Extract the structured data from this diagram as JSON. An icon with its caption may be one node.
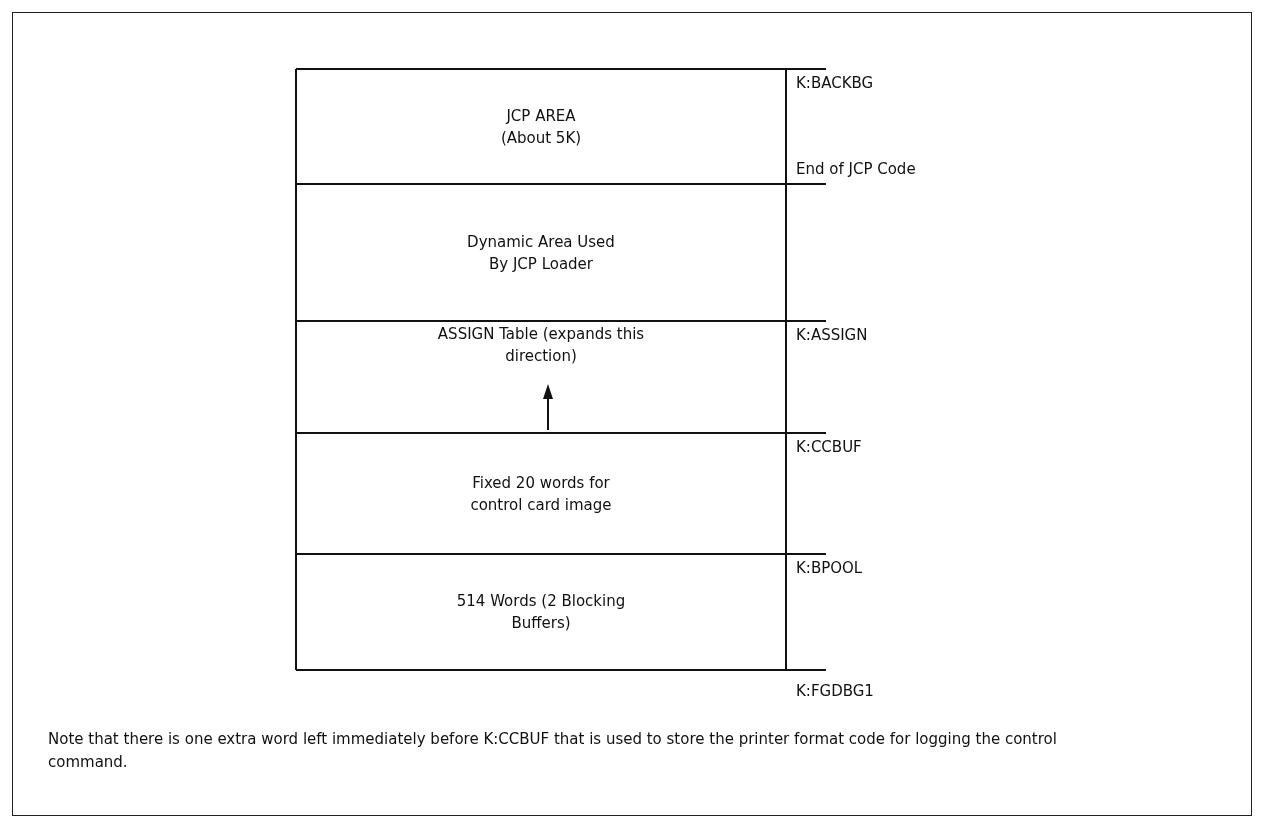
{
  "diagram": {
    "nodes": [
      {
        "text": [
          "JCP AREA (About 5K)"
        ]
      },
      {
        "text": [
          "Dynamic Area Used By JCP Loader"
        ]
      },
      {
        "text": [
          "ASSIGN Table (expands this direction)"
        ]
      },
      {
        "text": [
          "Fixed 20 words for control card image"
        ]
      },
      {
        "text": [
          "514 Words (2 Blocking Buffers)"
        ]
      }
    ],
    "edges": [],
    "labels": [
      "K:BACKBG",
      "End of JCP Code",
      "K:ASSIGN",
      "K:CCBUF",
      "K:BPOOL",
      "K:FGDBG1",
      "Note that there is one extra word left immediately before K:CCBUF that is used to store the printer format code for logging the control command."
    ]
  }
}
